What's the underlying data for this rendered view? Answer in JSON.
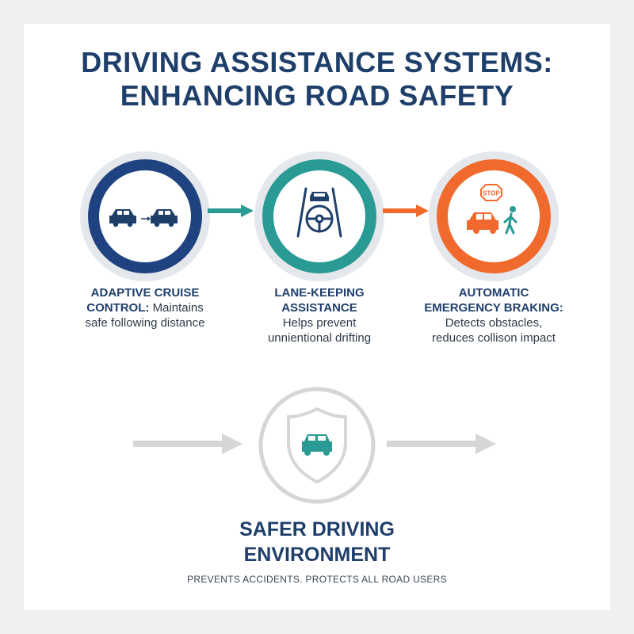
{
  "title": {
    "line1": "DRIVING ASSISTANCE SYSTEMS:",
    "line2": "ENHANCING ROAD SAFETY"
  },
  "steps": [
    {
      "name_line1": "ADAPTIVE CRUISE",
      "name_line2": "CONTROL:",
      "desc_line1": "Maintains",
      "desc_line2": "safe following distance",
      "color": "#1f4380",
      "icon": "two-cars-following-icon"
    },
    {
      "name_line1": "LANE-KEEPING",
      "name_line2": "ASSISTANCE",
      "desc_line1": "Helps prevent",
      "desc_line2": "unnientional drifting",
      "color": "#2a9a94",
      "icon": "steering-wheel-lane-icon"
    },
    {
      "name_line1": "AUTOMATIC",
      "name_line2": "EMERGENCY BRAKING:",
      "desc_line1": "Detects obstacles,",
      "desc_line2": "reduces collison impact",
      "color": "#f06a2e",
      "icon": "car-pedestrian-stop-icon",
      "stop_sign": "STOP"
    }
  ],
  "outcome": {
    "line1": "SAFER DRIVING",
    "line2": "ENVIRONMENT",
    "subtitle": "PREVENTS ACCIDENTS. PROTECTS ALL ROAD USERS",
    "icon": "shield-car-icon"
  },
  "colors": {
    "navy": "#1f3f6b",
    "teal": "#2a9a94",
    "orange": "#f06a2e",
    "grey": "#d4d6d8"
  }
}
